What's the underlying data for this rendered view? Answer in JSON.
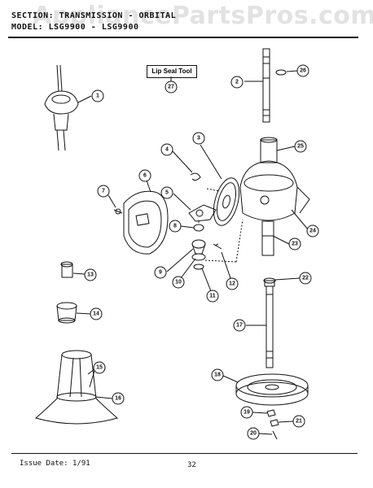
{
  "header": {
    "section_line": "SECTION: TRANSMISSION - ORBITAL",
    "model_line": "MODEL: LSG9900 - LSG9900"
  },
  "watermark": "AppliancePartsPros.com",
  "tool_label": "Lip Seal Tool",
  "footer": {
    "issue_date": "Issue Date: 1/91",
    "page_number": "32"
  },
  "callouts": [
    "1",
    "2",
    "3",
    "4",
    "5",
    "6",
    "7",
    "8",
    "9",
    "10",
    "11",
    "12",
    "13",
    "14",
    "15",
    "16",
    "17",
    "18",
    "19",
    "20",
    "21",
    "22",
    "23",
    "24",
    "25",
    "26",
    "27"
  ]
}
